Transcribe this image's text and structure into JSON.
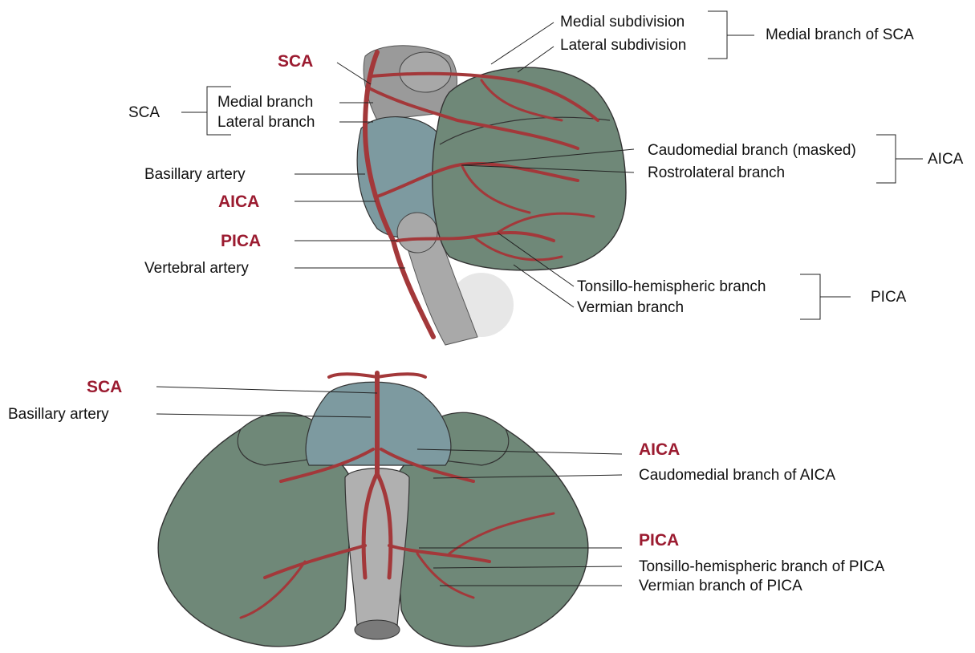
{
  "colors": {
    "artery": "#a3383a",
    "cerebellum": "#6f8878",
    "brainstem": "#7d9aa0",
    "spinal": "#b5b5b5",
    "highlight_text": "#9b1b30",
    "line": "#222222"
  },
  "top_view": {
    "labels": {
      "sca_red": "SCA",
      "sca_group": "SCA",
      "medial_branch": "Medial branch",
      "lateral_branch": "Lateral branch",
      "basilar": "Basillary artery",
      "aica_red": "AICA",
      "pica_red": "PICA",
      "vertebral": "Vertebral artery",
      "medial_subdivision": "Medial subdivision",
      "lateral_subdivision": "Lateral subdivision",
      "medial_branch_of_sca": "Medial branch of SCA",
      "caudomedial_masked": "Caudomedial branch (masked)",
      "rostrolateral": "Rostrolateral branch",
      "aica_group": "AICA",
      "tonsillo": "Tonsillo-hemispheric branch",
      "vermian": "Vermian branch",
      "pica_group": "PICA"
    }
  },
  "bottom_view": {
    "labels": {
      "sca_red": "SCA",
      "basilar": "Basillary artery",
      "aica_red": "AICA",
      "caudomedial_aica": "Caudomedial branch of AICA",
      "pica_red": "PICA",
      "tonsillo_pica": "Tonsillo-hemispheric branch of PICA",
      "vermian_pica": "Vermian branch of PICA"
    }
  }
}
